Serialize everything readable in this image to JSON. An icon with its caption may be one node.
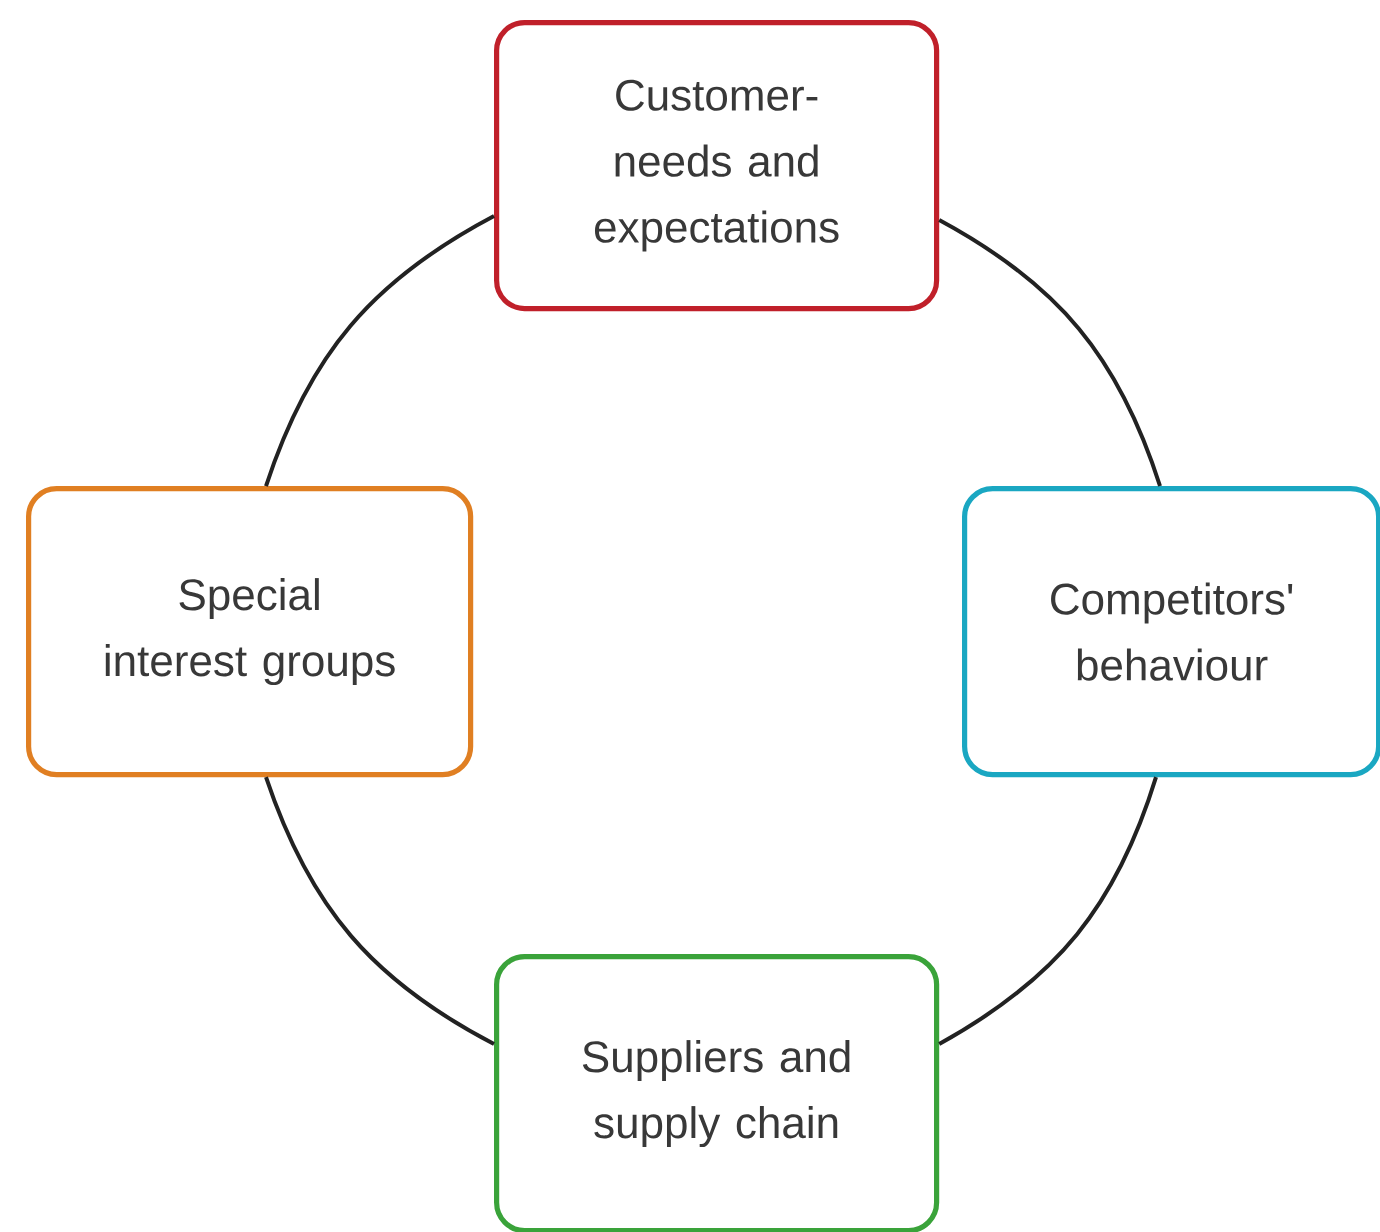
{
  "diagram": {
    "nodes": [
      {
        "text": [
          "Customer- needs and expectations"
        ]
      },
      {
        "text": [
          "Special interest groups"
        ]
      },
      {
        "text": [
          "Competitors' behaviour"
        ]
      },
      {
        "text": [
          "Suppliers and supply chain"
        ]
      }
    ],
    "edges": [
      {
        "from": 0,
        "to": 1,
        "arrow": "none"
      },
      {
        "from": 0,
        "to": 2,
        "arrow": "none"
      },
      {
        "from": 1,
        "to": 3,
        "arrow": "none"
      },
      {
        "from": 2,
        "to": 3,
        "arrow": "none"
      }
    ]
  }
}
